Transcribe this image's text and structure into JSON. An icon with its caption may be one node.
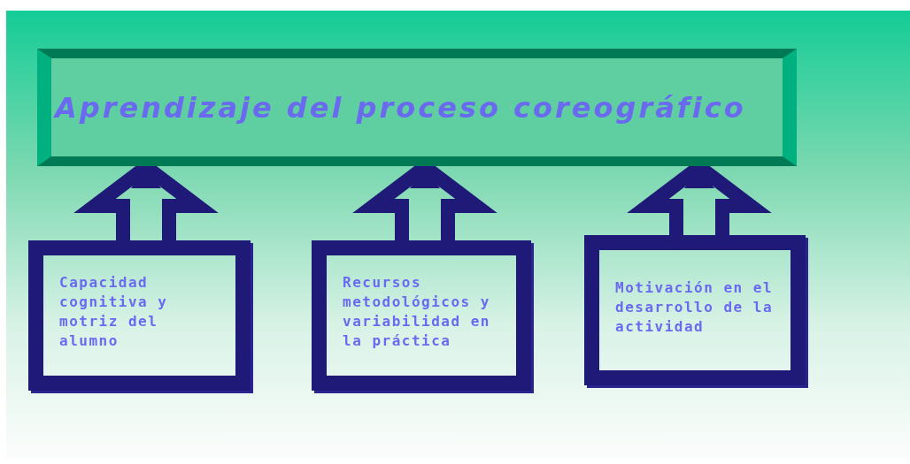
{
  "diagram": {
    "nodes": [
      {
        "text": [
          "Aprendizaje del proceso coreográfico"
        ]
      },
      {
        "text": [
          "Capacidad cognitiva y motriz del alumno"
        ]
      },
      {
        "text": [
          "Recursos metodológicos y variabilidad en la práctica"
        ]
      },
      {
        "text": [
          "Motivación en el desarrollo de la actividad"
        ]
      }
    ],
    "edges": [
      {
        "from": 1,
        "to": 0,
        "arrow": "to"
      },
      {
        "from": 2,
        "to": 0,
        "arrow": "to"
      },
      {
        "from": 3,
        "to": 0,
        "arrow": "to"
      }
    ]
  }
}
